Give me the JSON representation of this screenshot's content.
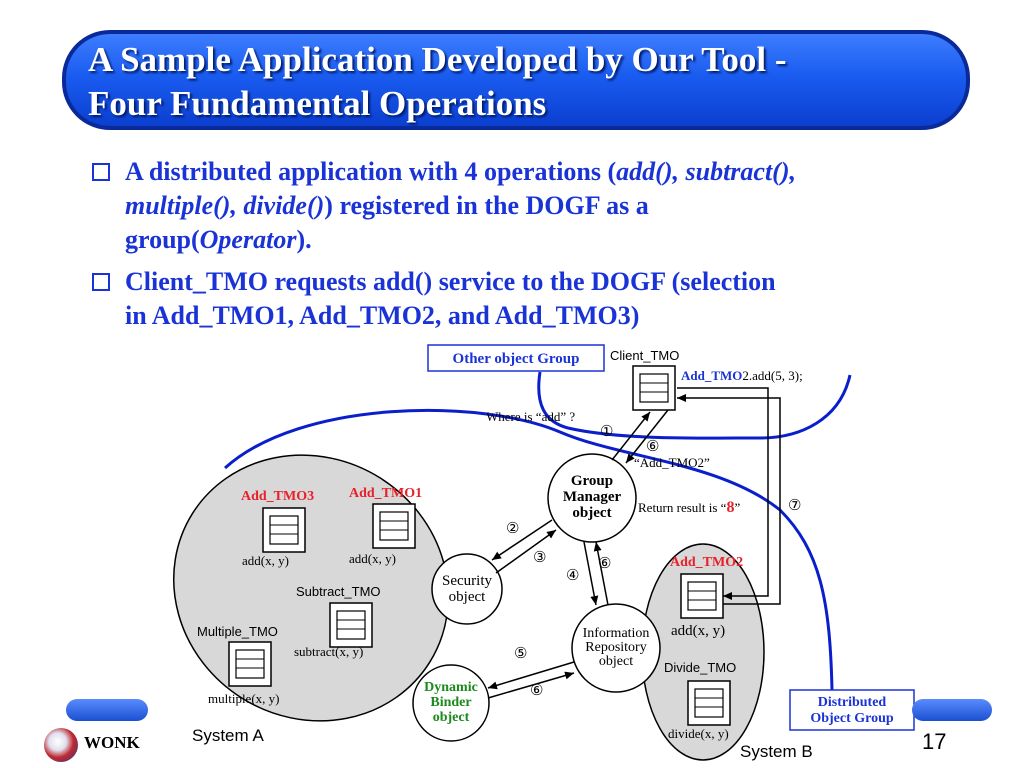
{
  "title": {
    "line1": "A Sample Application Developed by Our Tool -",
    "line2": "Four Fundamental Operations"
  },
  "bullets": [
    {
      "parts": [
        {
          "text": "A distributed application with 4 operations (",
          "italic": false
        },
        {
          "text": "add(), subtract(),",
          "italic": true
        },
        {
          "text": "\n",
          "italic": false
        },
        {
          "text": "multiple(), divide()",
          "italic": true
        },
        {
          "text": ") registered in the DOGF as a\ngroup(",
          "italic": false
        },
        {
          "text": "Operator",
          "italic": true
        },
        {
          "text": ").",
          "italic": false
        }
      ]
    },
    {
      "parts": [
        {
          "text": "Client_TMO requests add() service to the DOGF (selection\nin Add_TMO1, Add_TMO2, and Add_TMO3)",
          "italic": false
        }
      ]
    }
  ],
  "diagram": {
    "other_group_label": "Other object Group",
    "client_tmo": "Client_TMO",
    "call_prefix": "Add_TMO",
    "call_suffix": "2.add(5, 3);",
    "where_is_add": "Where is “add” ?",
    "reply_add_tmo2": "“Add_TMO2”",
    "return_prefix": "Return result is “",
    "return_value": "8",
    "return_suffix": "”",
    "group_manager": [
      "Group",
      "Manager",
      "object"
    ],
    "security": [
      "Security",
      "object"
    ],
    "info_repo": [
      "Information",
      "Repository",
      "object"
    ],
    "dynamic_binder": [
      "Dynamic",
      "Binder",
      "object"
    ],
    "steps": [
      "①",
      "②",
      "③",
      "④",
      "⑤",
      "⑥",
      "⑦"
    ],
    "system_a": {
      "name": "System A",
      "add_tmo3": "Add_TMO3",
      "add_tmo1": "Add_TMO1",
      "add_xy": "add(x, y)",
      "subtract_tmo": "Subtract_TMO",
      "subtract_xy": "subtract(x, y)",
      "multiple_tmo": "Multiple_TMO",
      "multiple_xy": "multiple(x, y)"
    },
    "system_b": {
      "name": "System B",
      "add_tmo2": "Add_TMO2",
      "add_xy": "add(x, y)",
      "divide_tmo": "Divide_TMO",
      "divide_xy": "divide(x, y)"
    },
    "dogf_label": [
      "Distributed",
      "Object Group"
    ],
    "colors": {
      "blue": "#1a33d6",
      "red": "#e8202a",
      "green": "#1a8a1a",
      "group_line": "#0a1ecc",
      "ellipse_fill": "#d8d8d8"
    }
  },
  "footer": {
    "org": "WONK",
    "page": "17"
  }
}
